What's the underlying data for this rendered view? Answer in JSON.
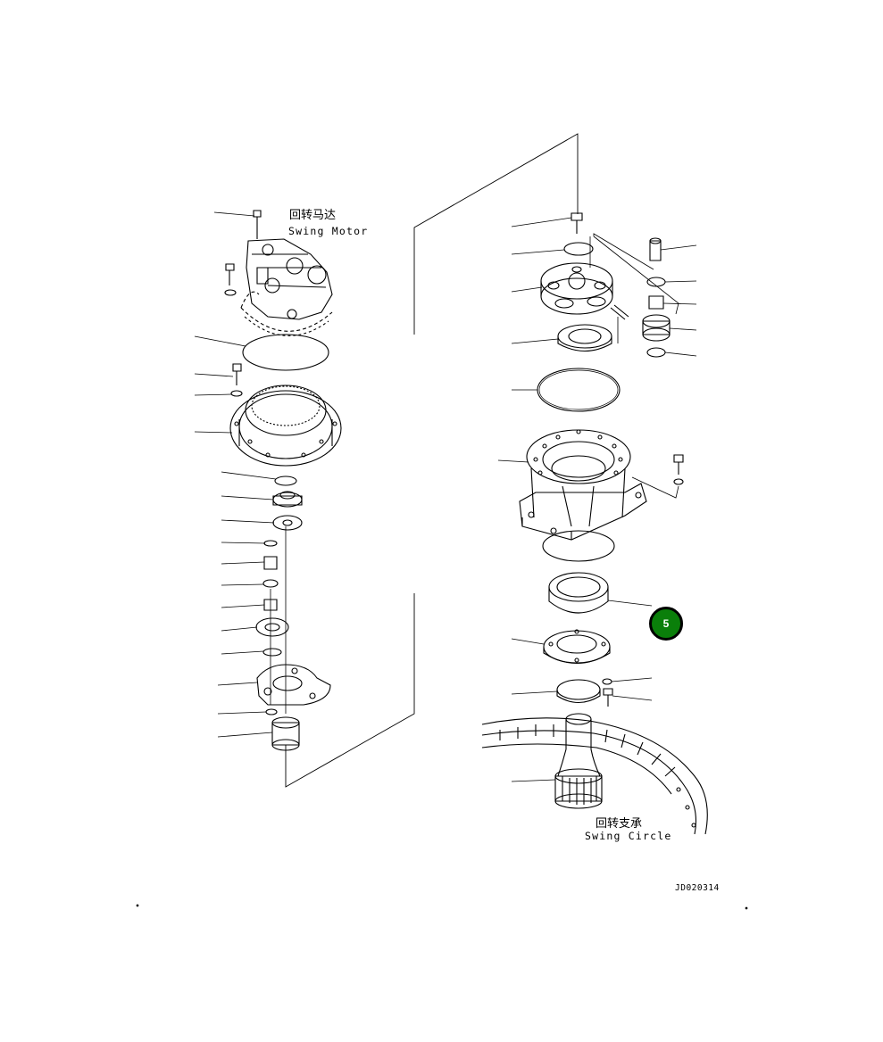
{
  "labels": {
    "swing_motor_cn": "回转马达",
    "swing_motor_en": "Swing Motor",
    "swing_circle_cn": "回转支承",
    "swing_circle_en": "Swing Circle"
  },
  "drawing_id": "JD020314",
  "callout": {
    "number": "5",
    "color": "#0a7f0a"
  }
}
